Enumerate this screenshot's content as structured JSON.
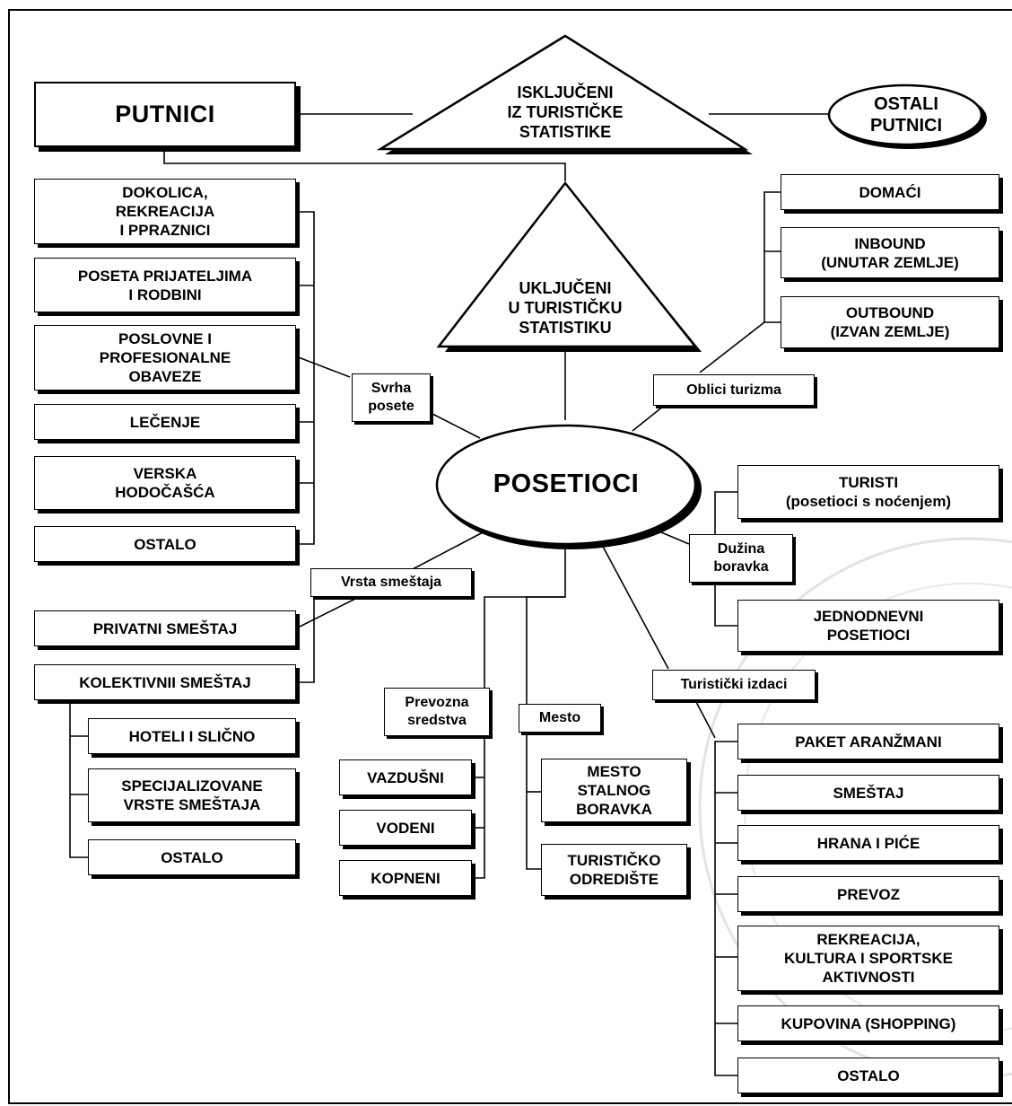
{
  "top": {
    "putnici": "PUTNICI",
    "excluded": "ISKLJUČENI\nIZ TURISTIČKE\nSTATISTIKE",
    "ostali_putnici": "OSTALI\nPUTNICI",
    "included": "UKLJUČENI\nU TURISTIČKU\nSTATISTIKU",
    "center": "POSETIOCI"
  },
  "svrha": {
    "label": "Svrha\nposete",
    "items": [
      "DOKOLICA,\nREKREACIJA\nI PPRAZNICI",
      "POSETA PRIJATELJIMA\nI RODBINI",
      "POSLOVNE I\nPROFESIONALNE\nOBAVEZE",
      "LEČENJE",
      "VERSKA\nHODOČAŠĆA",
      "OSTALO"
    ]
  },
  "oblici": {
    "label": "Oblici turizma",
    "items": [
      "DOMAĆI",
      "INBOUND\n(UNUTAR ZEMLJE)",
      "OUTBOUND\n(IZVAN ZEMLJE)"
    ]
  },
  "duzina": {
    "label": "Dužina\nboravka",
    "items": [
      "TURISTI\n(posetioci s noćenjem)",
      "JEDNODNEVNI\nPOSETIOCI"
    ]
  },
  "smestaj": {
    "label": "Vrsta smeštaja",
    "items": [
      "PRIVATNI SMEŠTAJ",
      "KOLEKTIVNII SMEŠTAJ"
    ],
    "sub_items": [
      "HOTELI I SLIČNO",
      "SPECIJALIZOVANE\nVRSTE SMEŠTAJA",
      "OSTALO"
    ]
  },
  "prevoz": {
    "label": "Prevozna\nsredstva",
    "items": [
      "VAZDUŠNI",
      "VODENI",
      "KOPNENI"
    ]
  },
  "mesto": {
    "label": "Mesto",
    "items": [
      "MESTO\nSTALNOG\nBORAVKA",
      "TURISTIČKO\nODREDIŠTE"
    ]
  },
  "izdaci": {
    "label": "Turistički izdaci",
    "items": [
      "PAKET ARANŽMANI",
      "SMEŠTAJ",
      "HRANA I PIĆE",
      "PREVOZ",
      "REKREACIJA,\nKULTURA I SPORTSKE\nAKTIVNOSTI",
      "KUPOVINA (SHOPPING)",
      "OSTALO"
    ]
  }
}
